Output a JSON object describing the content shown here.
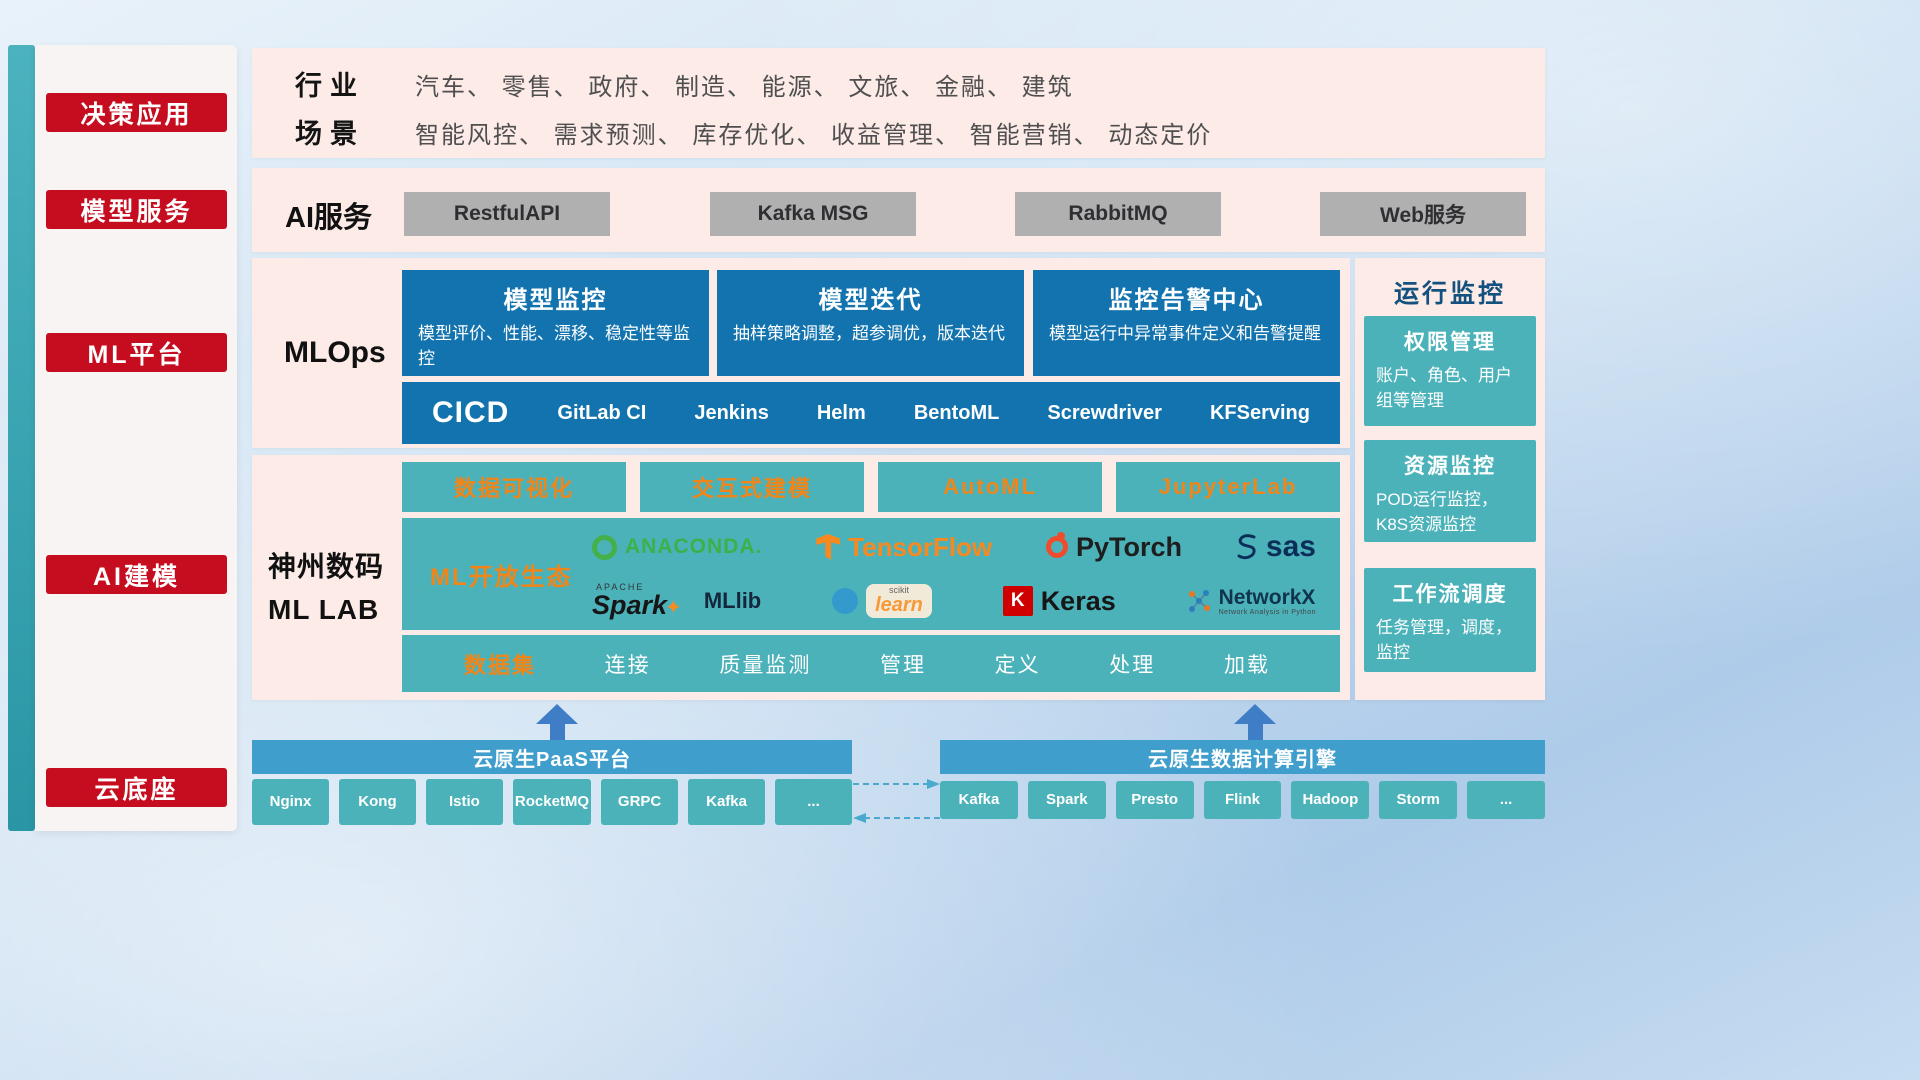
{
  "sidebar": {
    "items": [
      {
        "label": "决策应用"
      },
      {
        "label": "模型服务"
      },
      {
        "label": "ML平台"
      },
      {
        "label": "AI建模"
      },
      {
        "label": "云底座"
      }
    ]
  },
  "industry": {
    "row1_label": "行业",
    "row1_text": "汽车、 零售、 政府、 制造、 能源、 文旅、 金融、 建筑",
    "row2_label": "场景",
    "row2_text": "智能风控、 需求预测、 库存优化、 收益管理、 智能营销、 动态定价"
  },
  "ai_service": {
    "label": "AI服务",
    "buttons": [
      {
        "label": "RestfulAPI"
      },
      {
        "label": "Kafka MSG"
      },
      {
        "label": "RabbitMQ"
      },
      {
        "label": "Web服务"
      }
    ]
  },
  "mlops": {
    "label": "MLOps",
    "cards": [
      {
        "title": "模型监控",
        "desc": "模型评价、性能、漂移、稳定性等监控"
      },
      {
        "title": "模型迭代",
        "desc": "抽样策略调整，超参调优，版本迭代"
      },
      {
        "title": "监控告警中心",
        "desc": "模型运行中异常事件定义和告警提醒"
      }
    ],
    "cicd_label": "CICD",
    "cicd_tools": [
      {
        "name": "GitLab CI"
      },
      {
        "name": "Jenkins"
      },
      {
        "name": "Helm"
      },
      {
        "name": "BentoML"
      },
      {
        "name": "Screwdriver"
      },
      {
        "name": "KFServing"
      }
    ]
  },
  "monitor": {
    "title": "运行监控",
    "cards": [
      {
        "title": "权限管理",
        "desc": "账户、角色、用户组等管理"
      },
      {
        "title": "资源监控",
        "desc": "POD运行监控，K8S资源监控"
      },
      {
        "title": "工作流调度",
        "desc": "任务管理，调度，监控"
      }
    ]
  },
  "mllab": {
    "label_line1": "神州数码",
    "label_line2": "ML LAB",
    "features": [
      {
        "label": "数据可视化"
      },
      {
        "label": "交互式建模"
      },
      {
        "label": "AutoML"
      },
      {
        "label": "JupyterLab"
      }
    ],
    "eco_label": "ML开放生态",
    "logos": {
      "anaconda": "ANACONDA.",
      "tensorflow": "TensorFlow",
      "pytorch": "PyTorch",
      "sas": "sas",
      "apache": "APACHE",
      "spark": "Spark",
      "spark_star": "✦",
      "mllib": "MLlib",
      "scikit": "scikit",
      "learn": "learn",
      "keras_k": "K",
      "keras": "Keras",
      "networkx": "NetworkX",
      "networkx_sub": "Network Analysis in Python"
    },
    "dataset_label": "数据集",
    "dataset_items": [
      {
        "label": "连接"
      },
      {
        "label": "质量监测"
      },
      {
        "label": "管理"
      },
      {
        "label": "定义"
      },
      {
        "label": "处理"
      },
      {
        "label": "加载"
      }
    ]
  },
  "cloud": {
    "paas_title": "云原生PaaS平台",
    "paas_items": [
      {
        "label": "Nginx"
      },
      {
        "label": "Kong"
      },
      {
        "label": "Istio"
      },
      {
        "label": "RocketMQ"
      },
      {
        "label": "GRPC"
      },
      {
        "label": "Kafka"
      },
      {
        "label": "..."
      }
    ],
    "engine_title": "云原生数据计算引擎",
    "engine_items": [
      {
        "label": "Kafka"
      },
      {
        "label": "Spark"
      },
      {
        "label": "Presto"
      },
      {
        "label": "Flink"
      },
      {
        "label": "Hadoop"
      },
      {
        "label": "Storm"
      },
      {
        "label": "..."
      }
    ]
  },
  "colors": {
    "accent_red": "#c50d1f",
    "deep_blue": "#1273ae",
    "teal": "#4cb2ba",
    "header_blue": "#3f9ecb",
    "orange": "#f08519",
    "panel_pink": "#fcebe7",
    "arrow_blue": "#3f7ec6"
  }
}
